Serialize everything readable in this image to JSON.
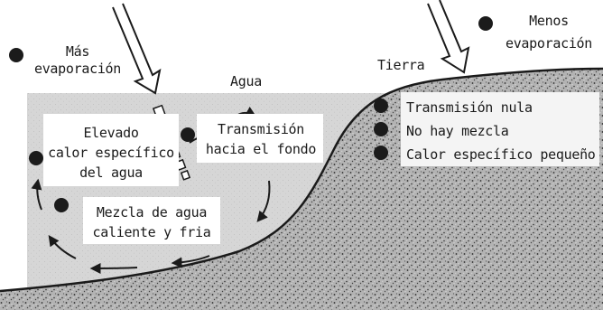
{
  "labels": {
    "mas_evaporacion": [
      "Más",
      "evaporación"
    ],
    "menos_evaporacion": [
      "Menos",
      "evaporación"
    ],
    "agua": "Agua",
    "tierra": "Tierra",
    "elevado_calor": [
      "Elevado",
      "calor específico",
      "del agua"
    ],
    "transmision_fondo": [
      "Transmisión",
      "hacia el fondo"
    ],
    "mezcla": [
      "Mezcla de agua",
      "caliente y fria"
    ],
    "tierra_items": [
      "Transmisión nula",
      "No hay mezcla",
      "Calor específico pequeño"
    ]
  },
  "colors": {
    "water": "#d4d4d4",
    "land": "#b5b5b5",
    "ink": "#1a1a1a"
  }
}
